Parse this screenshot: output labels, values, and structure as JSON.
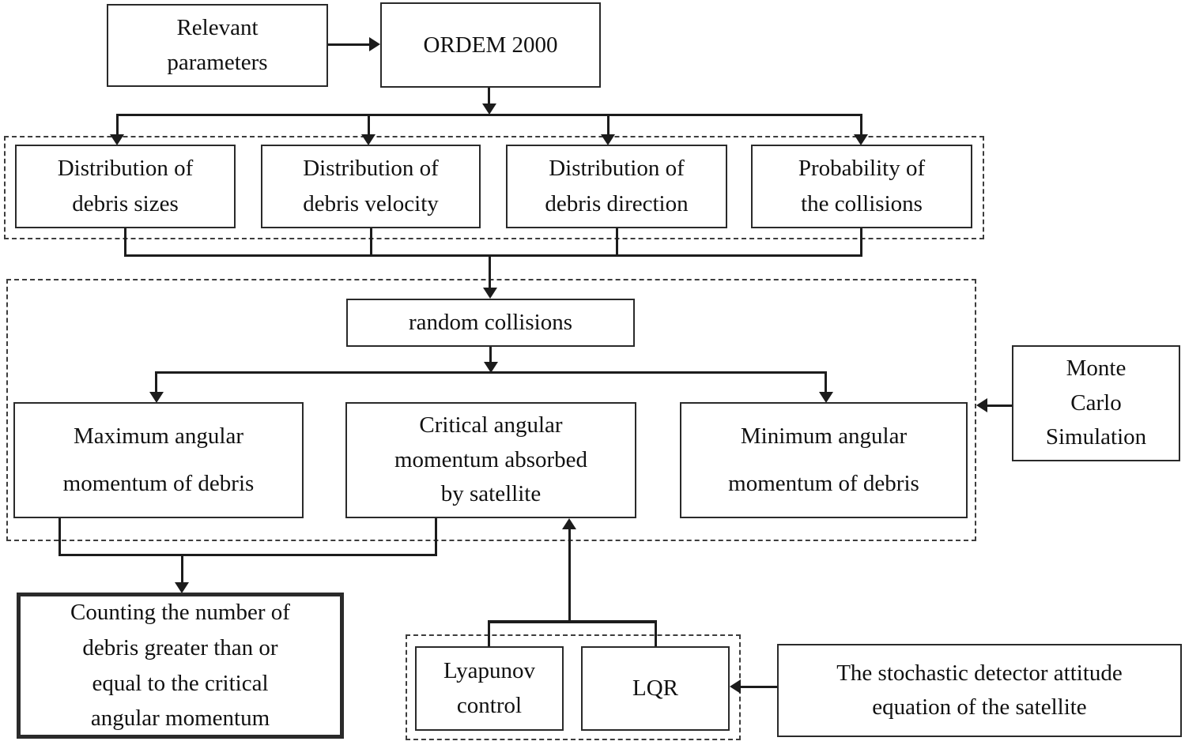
{
  "colors": {
    "line": "#1c1c1c",
    "dashed_border": "#3d3d3d",
    "text": "#111111",
    "background": "#ffffff"
  },
  "nodes": {
    "relevant_parameters": {
      "label": "Relevant\nparameters"
    },
    "ordem_2000": {
      "label": "ORDEM 2000"
    },
    "dist_sizes": {
      "label": "Distribution of\ndebris sizes"
    },
    "dist_velocity": {
      "label": "Distribution of\ndebris velocity"
    },
    "dist_direction": {
      "label": "Distribution of\ndebris direction"
    },
    "prob_collisions": {
      "label": "Probability of\nthe collisions"
    },
    "random_collisions": {
      "label": "random collisions"
    },
    "max_momentum": {
      "label": "Maximum angular\nmomentum of debris"
    },
    "critical_momentum": {
      "label": "Critical angular\nmomentum absorbed\nby satellite"
    },
    "min_momentum": {
      "label": "Minimum angular\nmomentum of debris"
    },
    "monte_carlo": {
      "label": "Monte\nCarlo\nSimulation"
    },
    "counting": {
      "label": "Counting the number of\ndebris greater than or\nequal to the critical\nangular momentum"
    },
    "lyapunov": {
      "label": "Lyapunov\ncontrol"
    },
    "lqr": {
      "label": "LQR"
    },
    "stochastic_equation": {
      "label": "The stochastic detector attitude\nequation of the satellite"
    }
  }
}
